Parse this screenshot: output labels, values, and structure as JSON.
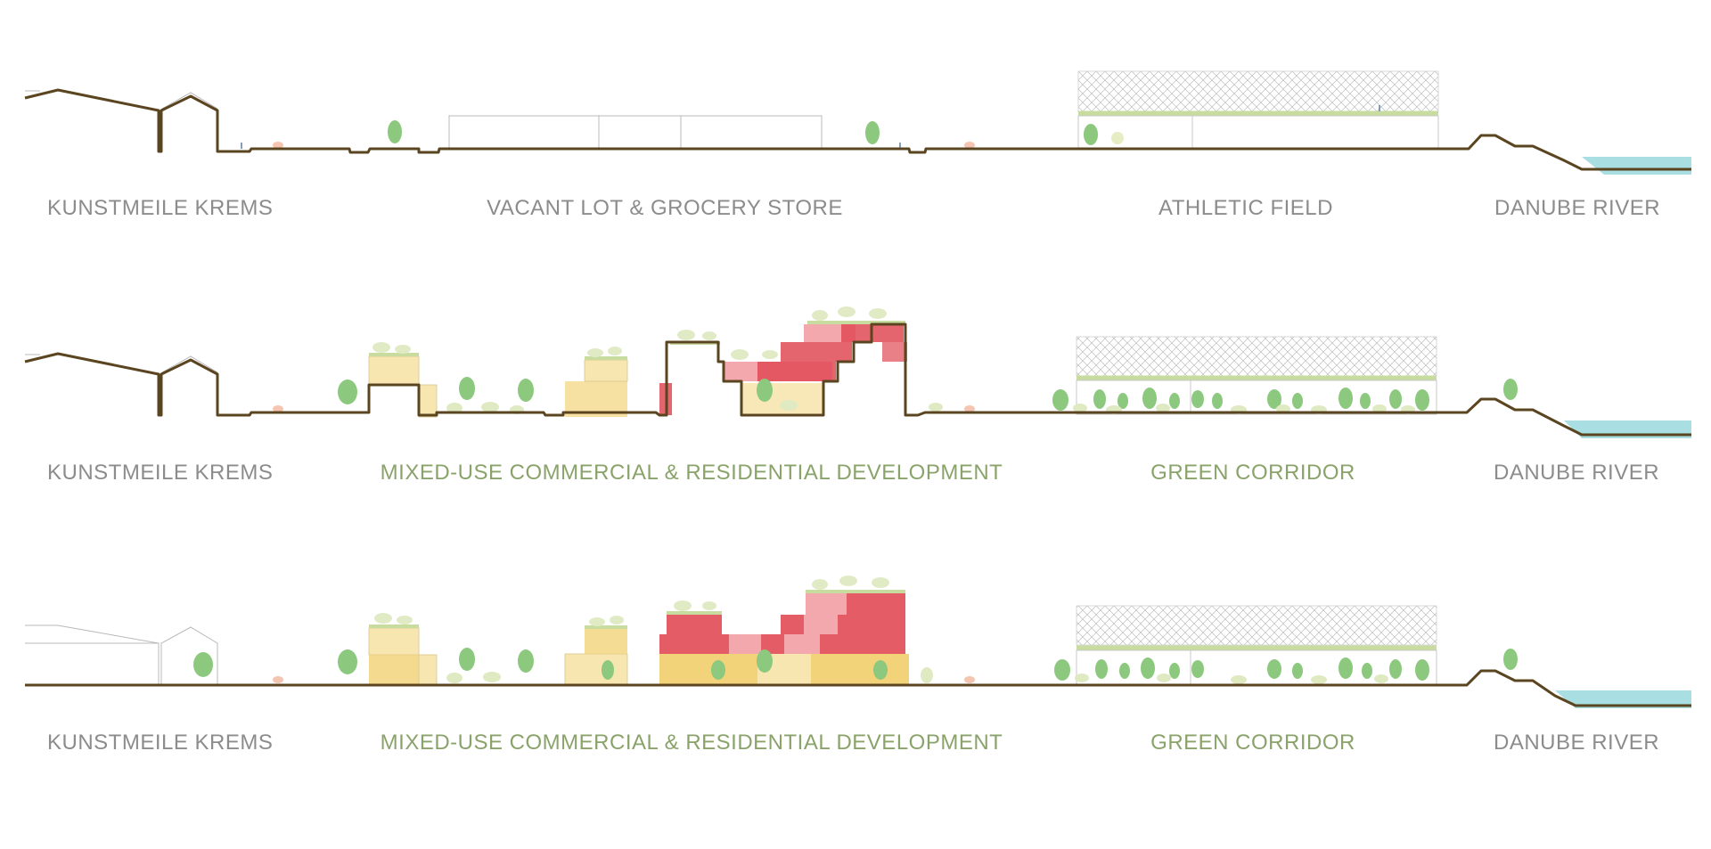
{
  "colors": {
    "ground": "#5a4520",
    "outline_gray": "#b8b8b8",
    "river": "#a9dfe3",
    "tree_green": "#8cc97e",
    "roof_green": "#c9dca0",
    "red": "#e04a55",
    "pink": "#f2a8ad",
    "yellow": "#f2d37a",
    "light_yellow": "#f7e6b0",
    "label_gray": "#8c8c8c",
    "label_green": "#8aa36a"
  },
  "sections": [
    {
      "id": "existing",
      "labels": {
        "left": "KUNSTMEILE KREMS",
        "middle": "VACANT LOT & GROCERY STORE",
        "right_middle": "ATHLETIC FIELD",
        "right": "DANUBE RIVER"
      }
    },
    {
      "id": "proposed-phase-1",
      "labels": {
        "left": "KUNSTMEILE KREMS",
        "middle": "MIXED-USE COMMERCIAL & RESIDENTIAL DEVELOPMENT",
        "right_middle": "GREEN CORRIDOR",
        "right": "DANUBE RIVER"
      }
    },
    {
      "id": "proposed-phase-2",
      "labels": {
        "left": "KUNSTMEILE KREMS",
        "middle": "MIXED-USE COMMERCIAL & RESIDENTIAL DEVELOPMENT",
        "right_middle": "GREEN CORRIDOR",
        "right": "DANUBE RIVER"
      }
    }
  ]
}
